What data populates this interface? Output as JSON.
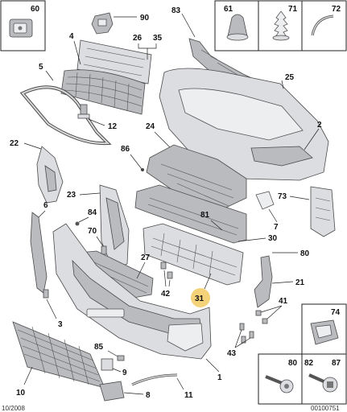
{
  "footer": {
    "left_code": "10/2008",
    "right_code": "00100751"
  },
  "callouts": {
    "c60": "60",
    "c90": "90",
    "c83": "83",
    "c61": "61",
    "c71": "71",
    "c72": "72",
    "c4": "4",
    "c26": "26",
    "c35": "35",
    "c5": "5",
    "c25": "25",
    "c12": "12",
    "c2": "2",
    "c24": "24",
    "c22": "22",
    "c86": "86",
    "c23": "23",
    "c73": "73",
    "c6": "6",
    "c84": "84",
    "c81": "81",
    "c7": "7",
    "c70": "70",
    "c30": "30",
    "c27": "27",
    "c80a": "80",
    "c21": "21",
    "c42": "42",
    "c31": "31",
    "c41": "41",
    "c3": "3",
    "c74": "74",
    "c85": "85",
    "c43": "43",
    "c9": "9",
    "c80b": "80",
    "c82": "82",
    "c87": "87",
    "c1": "1",
    "c10": "10",
    "c8": "8",
    "c11": "11"
  },
  "highlight": {
    "part": "31",
    "color": "#f3d27a"
  }
}
